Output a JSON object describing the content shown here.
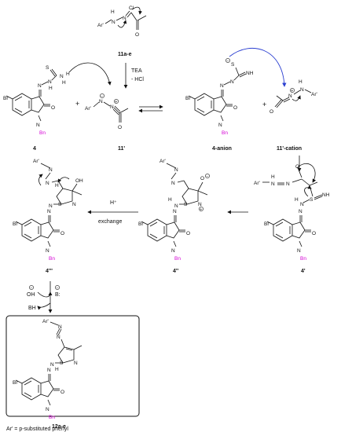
{
  "compounds": {
    "c11ae": "11a-e",
    "c4": "4",
    "c11p": "11'",
    "c4anion": "4-anion",
    "c11cation": "11'-cation",
    "c4p": "4'",
    "c4pp": "4''",
    "c4ppp": "4'''",
    "c12ae": "12a-e"
  },
  "conditions": {
    "tea": "TEA",
    "hcl": "- HCl",
    "hplus": "H⁺",
    "exchange": "exchange",
    "bh": "BH",
    "b": "B:"
  },
  "atoms": {
    "br": "Br",
    "n": "N",
    "o": "O",
    "s": "S",
    "h": "H",
    "nh": "NH",
    "oh": "OH",
    "cl": "Cl",
    "bn": "Bn",
    "ar": "Ar'"
  },
  "footnote": "Ar' = p-substituted phenyl",
  "colors": {
    "substituent": "#d400d4",
    "electron_flow": "#2b3fd1",
    "line": "#111111"
  }
}
